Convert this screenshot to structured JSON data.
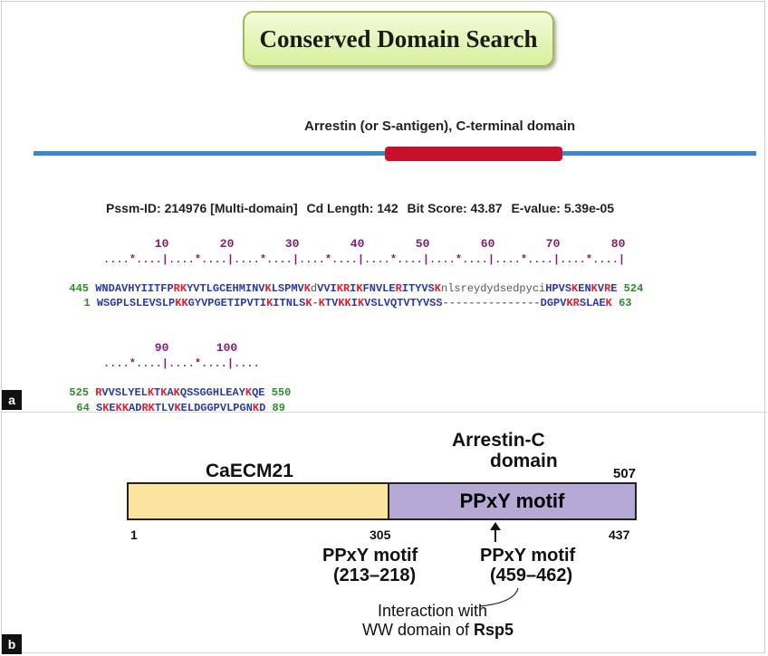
{
  "panel_a": {
    "tag": "a",
    "title": "Conserved Domain Search",
    "domain_label": "Arrestin (or S-antigen), C-terminal domain",
    "stats": {
      "pssm": "Pssm-ID: 214976 [Multi-domain]",
      "cd_length": "Cd Length: 142",
      "bit_score": "Bit Score: 43.87",
      "evalue": "E-value: 5.39e-05"
    },
    "alignment_block1": {
      "positions": [
        "10",
        "20",
        "30",
        "40",
        "50",
        "60",
        "70",
        "80"
      ],
      "ruler": "....*....|....*....|....*....|....*....|....*....|....*....|....*....|....*....|",
      "query": {
        "start": "445",
        "seq": "WNDAVHYIITFPRKYVTLGCEHMINVKLSPMVKdVVIKRIKFNVLERITYVSKnlsreydydsedpyciHPVSKENKVRE",
        "end": "524"
      },
      "subject": {
        "start": "1",
        "seq": "WSGPLSLEVSLPKKGYVPGETIPVTIKITNLSK-KTVKKIKVSLVQTVTYVSS---------------DGPVKRSLAEK",
        "end": "63"
      }
    },
    "alignment_block2": {
      "positions": [
        "90",
        "100"
      ],
      "ruler": "....*....|....*....|....",
      "query": {
        "start": "525",
        "seq": "RVVSLYELKTKAKQSSGGHLEAYKQE",
        "end": "550"
      },
      "subject": {
        "start": "64",
        "seq": "SKEKKADRKTLVKELDGGPVLPGNKD",
        "end": "89"
      }
    }
  },
  "panel_b": {
    "tag": "b",
    "protein_name": "CaECM21",
    "domain_title_line1": "Arrestin-C",
    "domain_title_line2": "domain",
    "domain_inner_label": "PPxY motif",
    "pos_start": "1",
    "pos_305": "305",
    "pos_437": "437",
    "pos_end": "507",
    "motif1_line1": "PPxY motif",
    "motif1_line2": "(213–218)",
    "motif2_line1": "PPxY motif",
    "motif2_line2": "(459–462)",
    "interaction_line1": "Interaction with",
    "interaction_line2_prefix": "WW domain of ",
    "interaction_line2_bold": "Rsp5"
  },
  "colors": {
    "query_line": "#3b88c8",
    "domain_bar": "#c9102b",
    "protein_segment": "#fbe49e",
    "arrestin_segment": "#b7a9d6",
    "highlight_residue": "#e0202a"
  }
}
